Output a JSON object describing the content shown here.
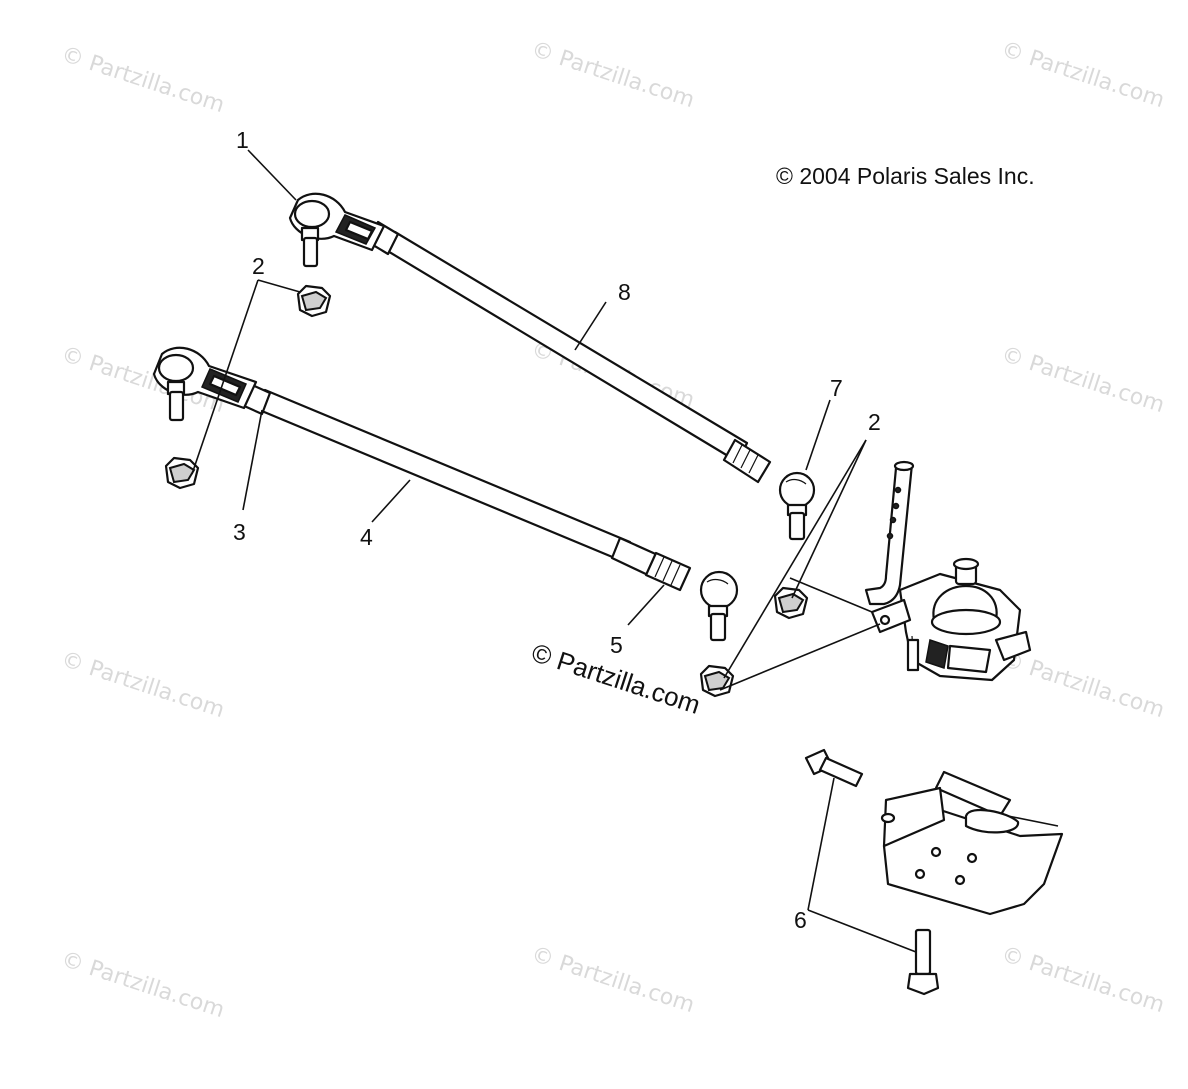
{
  "diagram": {
    "copyright": "© 2004 Polaris Sales Inc.",
    "center_watermark": "© Partzilla.com",
    "watermark_text": "© Partzilla.com",
    "callouts": [
      {
        "id": "c1",
        "label": "1"
      },
      {
        "id": "c2a",
        "label": "2"
      },
      {
        "id": "c2b",
        "label": "2"
      },
      {
        "id": "c3",
        "label": "3"
      },
      {
        "id": "c4",
        "label": "4"
      },
      {
        "id": "c5",
        "label": "5"
      },
      {
        "id": "c6",
        "label": "6"
      },
      {
        "id": "c7",
        "label": "7"
      },
      {
        "id": "c8",
        "label": "8"
      }
    ]
  }
}
